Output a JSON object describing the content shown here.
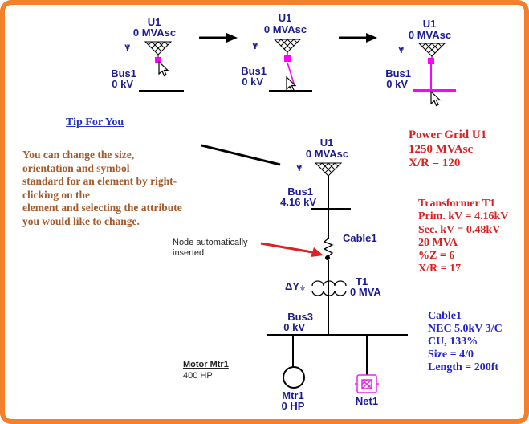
{
  "steps": [
    {
      "source_id": "U1",
      "source_rating": "0 MVAsc",
      "ground": "Y",
      "bus_id": "Bus1",
      "bus_kv": "0 kV"
    },
    {
      "source_id": "U1",
      "source_rating": "0 MVAsc",
      "ground": "Y",
      "bus_id": "Bus1",
      "bus_kv": "0 kV"
    },
    {
      "source_id": "U1",
      "source_rating": "0 MVAsc",
      "ground": "Y",
      "bus_id": "Bus1",
      "bus_kv": "0 kV"
    }
  ],
  "tip": {
    "title": "Tip For You",
    "lines": [
      "You can change the size,",
      "orientation and symbol",
      "standard for an element by right-",
      "clicking on the",
      "element and selecting the attribute",
      "you would like to change."
    ]
  },
  "oneline": {
    "source_id": "U1",
    "source_rating": "0 MVAsc",
    "ground": "Y",
    "bus1_id": "Bus1",
    "bus1_kv": "4.16 kV",
    "cable_id": "Cable1",
    "xfmr_winding": "ΔY",
    "xfmr_id": "T1",
    "xfmr_rating": "0 MVA",
    "bus3_id": "Bus3",
    "bus3_kv": "0 kV",
    "motor_id": "Mtr1",
    "motor_rating": "0 HP",
    "network_id": "Net1"
  },
  "notes": {
    "node_line1": "Node automatically",
    "node_line2": "inserted",
    "motor_title": "Motor Mtr1",
    "motor_value": "400 HP"
  },
  "callouts": {
    "power_grid": {
      "title": "Power Grid U1",
      "lines": [
        "1250 MVAsc",
        "X/R = 120"
      ]
    },
    "transformer": {
      "title": "Transformer T1",
      "lines": [
        "Prim. kV = 4.16kV",
        "Sec. kV = 0.48kV",
        "20 MVA",
        "%Z = 6",
        "X/R = 17"
      ]
    },
    "cable": {
      "title": "Cable1",
      "lines": [
        "NEC 5.0kV 3/C",
        "CU, 133%",
        "Size = 4/0",
        "Length = 200ft"
      ]
    }
  },
  "colors": {
    "border": "#F5802C",
    "label_navy": "#1B1B8F",
    "callout_red": "#D92121",
    "callout_blue": "#2222CC",
    "tip_brown": "#A35B2E",
    "selection_magenta": "#FF00FF"
  }
}
